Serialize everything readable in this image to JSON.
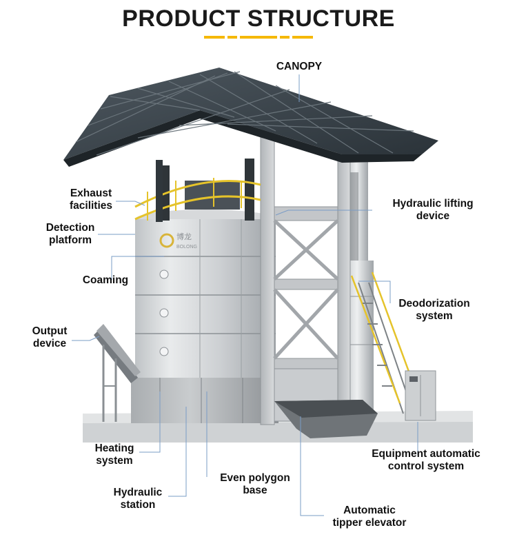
{
  "title": "PRODUCT STRUCTURE",
  "brand": {
    "cn": "博龙",
    "en": "BOLONG"
  },
  "colors": {
    "accent": "#f5b800",
    "leader": "#7a9cc6"
  },
  "labels": {
    "canopy": "CANOPY",
    "exhaust": "Exhaust\nfacilities",
    "hydraulic_lifting": "Hydraulic lifting\ndevice",
    "detection": "Detection\nplatform",
    "coaming": "Coaming",
    "deodorization": "Deodorization\nsystem",
    "output": "Output\ndevice",
    "heating": "Heating\nsystem",
    "control": "Equipment automatic\ncontrol system",
    "polygon_base": "Even polygon\nbase",
    "hydraulic_station": "Hydraulic\nstation",
    "tipper": "Automatic\ntipper elevator"
  }
}
